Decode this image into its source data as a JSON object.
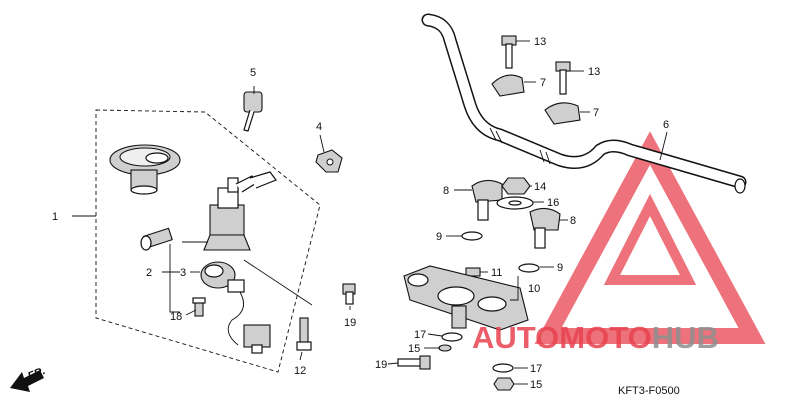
{
  "diagram": {
    "code": "KFT3-F0500",
    "direction": "FR.",
    "watermark": {
      "word1": "AUTO",
      "word2": "MOTO",
      "word3": "HUB",
      "colors": {
        "red": "#e8434f",
        "gray": "#9a9a9a"
      }
    },
    "callouts": [
      "1",
      "2",
      "3",
      "4",
      "5",
      "6",
      "7",
      "7",
      "8",
      "8",
      "9",
      "9",
      "10",
      "11",
      "12",
      "13",
      "13",
      "14",
      "15",
      "15",
      "16",
      "17",
      "17",
      "18",
      "19",
      "19"
    ]
  }
}
